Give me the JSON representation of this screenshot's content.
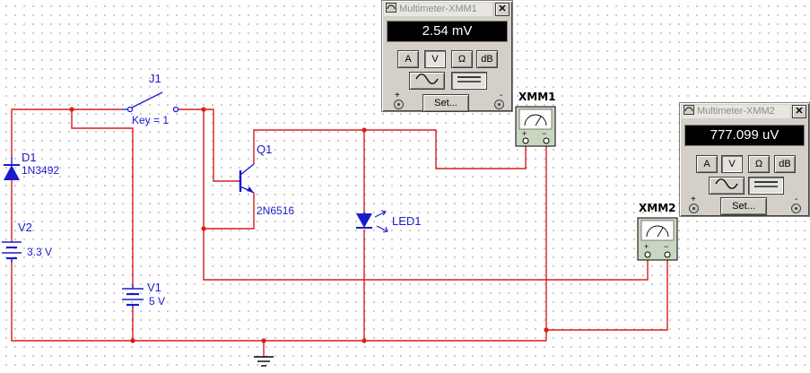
{
  "components": {
    "switch": {
      "name": "J1",
      "key": "Key = 1"
    },
    "transistor": {
      "name": "Q1",
      "model": "2N6516"
    },
    "diode": {
      "name": "D1",
      "model": "1N3492"
    },
    "battery_v2": {
      "name": "V2",
      "value": "3.3 V"
    },
    "battery_v1": {
      "name": "V1",
      "value": "5 V"
    },
    "led": {
      "name": "LED1"
    },
    "multimeter_xmm1": {
      "name": "XMM1"
    },
    "multimeter_xmm2": {
      "name": "XMM2"
    }
  },
  "panel_xmm1": {
    "title": "Multimeter-XMM1",
    "reading": "2.54 mV",
    "mode_buttons": [
      "A",
      "V",
      "Ω",
      "dB"
    ],
    "active_mode": "V",
    "set_label": "Set...",
    "plus": "+",
    "minus": "-"
  },
  "panel_xmm2": {
    "title": "Multimeter-XMM2",
    "reading": "777.099 uV",
    "mode_buttons": [
      "A",
      "V",
      "Ω",
      "dB"
    ],
    "active_mode": "V",
    "set_label": "Set...",
    "plus": "+",
    "minus": "-"
  },
  "colors": {
    "wire": "#d61e1e",
    "component": "#1a1acc",
    "junction": "#d61e1e"
  },
  "icons": {
    "close": "close-icon",
    "ac_mode": "ac-wave-icon",
    "dc_mode": "dc-line-icon",
    "meter_gauge": "meter-gauge-icon",
    "ground": "ground-icon",
    "window": "multimeter-window-icon"
  }
}
